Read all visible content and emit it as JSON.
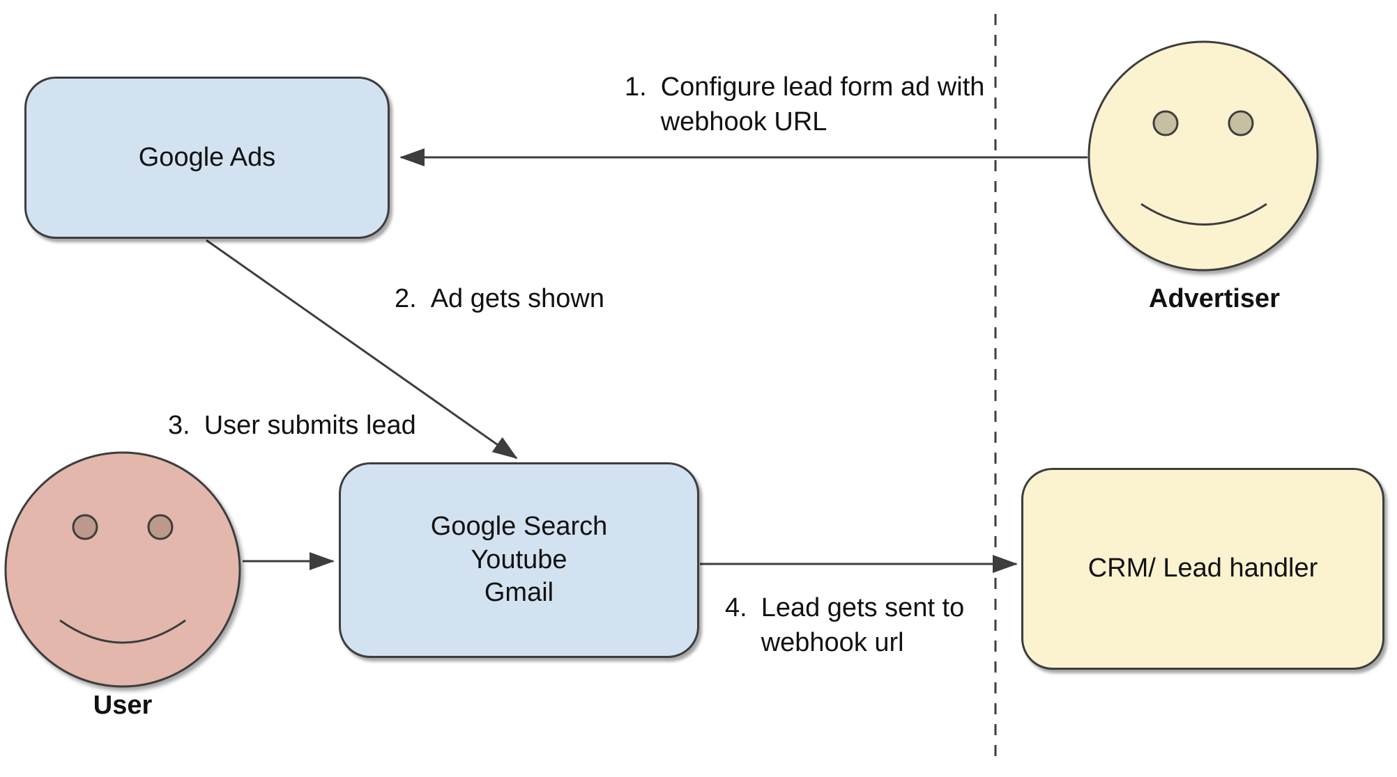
{
  "nodes": {
    "google_ads": {
      "label": "Google Ads"
    },
    "google_surfaces": {
      "lines": [
        "Google Search",
        "Youtube",
        "Gmail"
      ]
    },
    "crm": {
      "label": "CRM/ Lead handler"
    }
  },
  "actors": {
    "advertiser": {
      "label": "Advertiser"
    },
    "user": {
      "label": "User"
    }
  },
  "steps": [
    {
      "number": "1.",
      "lines": [
        "Configure lead form ad with",
        "webhook URL"
      ]
    },
    {
      "number": "2.",
      "lines": [
        "Ad gets shown"
      ]
    },
    {
      "number": "3.",
      "lines": [
        "User submits lead"
      ]
    },
    {
      "number": "4.",
      "lines": [
        "Lead gets sent to",
        "webhook url"
      ]
    }
  ],
  "colors": {
    "node_blue": "#d3e2f0",
    "node_yellow": "#fbf2d0",
    "face_yellow": "#fbf2d0",
    "face_pink": "#e3b7ac",
    "eye_tan": "#c6bfa0",
    "eye_pink": "#bd988d",
    "line": "#3d3d3d",
    "text": "#111111"
  }
}
